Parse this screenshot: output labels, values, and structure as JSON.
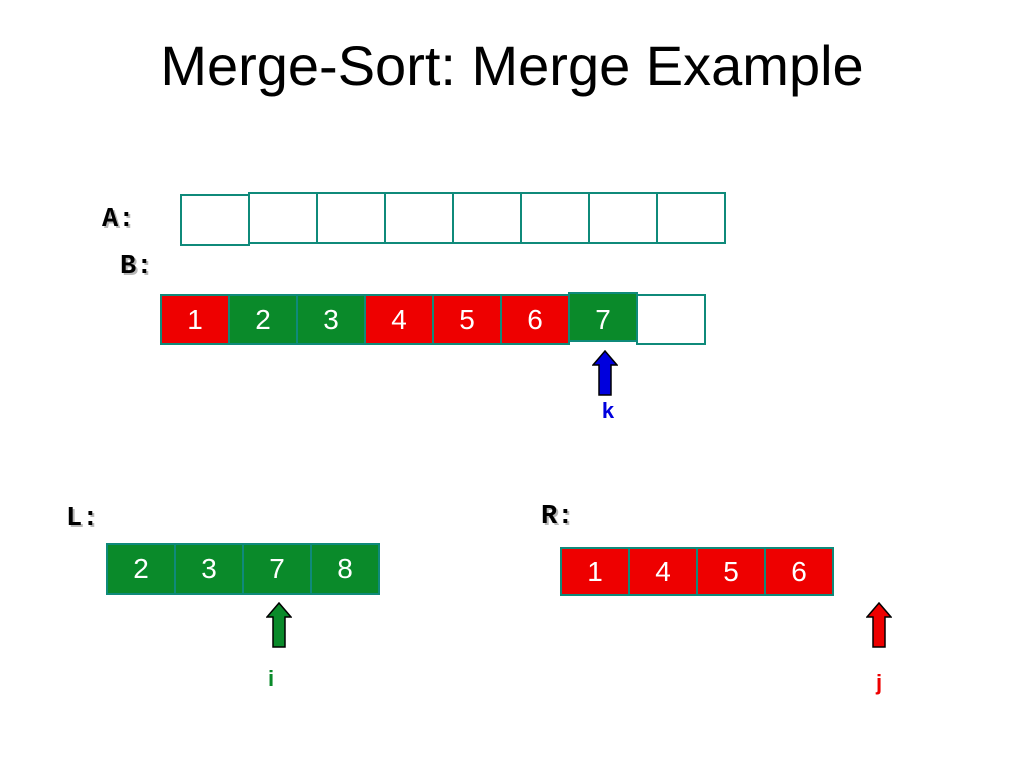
{
  "title": "Merge-Sort: Merge Example",
  "labels": {
    "a": "A:",
    "b": "B:",
    "l": "L:",
    "r": "R:"
  },
  "colors": {
    "red": "#ee0000",
    "green": "#0a8a2a",
    "border": "#0f8a7a",
    "k": "#0000dd",
    "i": "#0a8a2a",
    "j": "#ee0000"
  },
  "array_a": [
    "",
    "",
    "",
    "",
    "",
    "",
    "",
    ""
  ],
  "array_b": [
    {
      "value": "1",
      "color": "red"
    },
    {
      "value": "2",
      "color": "green"
    },
    {
      "value": "3",
      "color": "green"
    },
    {
      "value": "4",
      "color": "red"
    },
    {
      "value": "5",
      "color": "red"
    },
    {
      "value": "6",
      "color": "red"
    },
    {
      "value": "7",
      "color": "green"
    },
    {
      "value": "",
      "color": "empty"
    }
  ],
  "array_l": [
    {
      "value": "2",
      "color": "green"
    },
    {
      "value": "3",
      "color": "green"
    },
    {
      "value": "7",
      "color": "green"
    },
    {
      "value": "8",
      "color": "green"
    }
  ],
  "array_r": [
    {
      "value": "1",
      "color": "red"
    },
    {
      "value": "4",
      "color": "red"
    },
    {
      "value": "5",
      "color": "red"
    },
    {
      "value": "6",
      "color": "red"
    }
  ],
  "pointers": {
    "k": {
      "label": "k",
      "color": "blue"
    },
    "i": {
      "label": "i",
      "color": "green"
    },
    "j": {
      "label": "j",
      "color": "red"
    }
  }
}
